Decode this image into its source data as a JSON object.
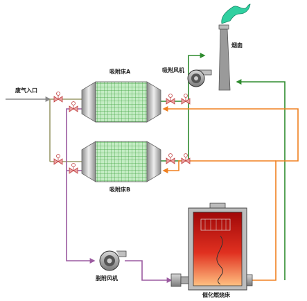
{
  "labels": {
    "inlet": "废气入口",
    "bed_a": "吸附床A",
    "bed_b": "吸附床B",
    "adsorption_fan": "吸附风机",
    "chimney": "烟囱",
    "desorption_fan": "脱附风机",
    "catalytic_bed": "催化燃烧床"
  },
  "colors": {
    "exhaust_line": "#9a9a6a",
    "inlet_line": "#888888",
    "clean_line": "#2e8b2e",
    "hot_line": "#f08020",
    "desorb_line": "#9b5aa0",
    "bed_fill": "#b7e8b7",
    "bed_grid": "#3da03d",
    "smoke": "#2ecfa0",
    "valve": "#e07070",
    "furnace_top": "#b01010",
    "furnace_bottom": "#ffb070"
  },
  "icons": [
    "valve-icon",
    "fan-icon",
    "chimney-icon",
    "smoke-icon",
    "adsorption-bed-icon",
    "catalytic-furnace-icon"
  ]
}
